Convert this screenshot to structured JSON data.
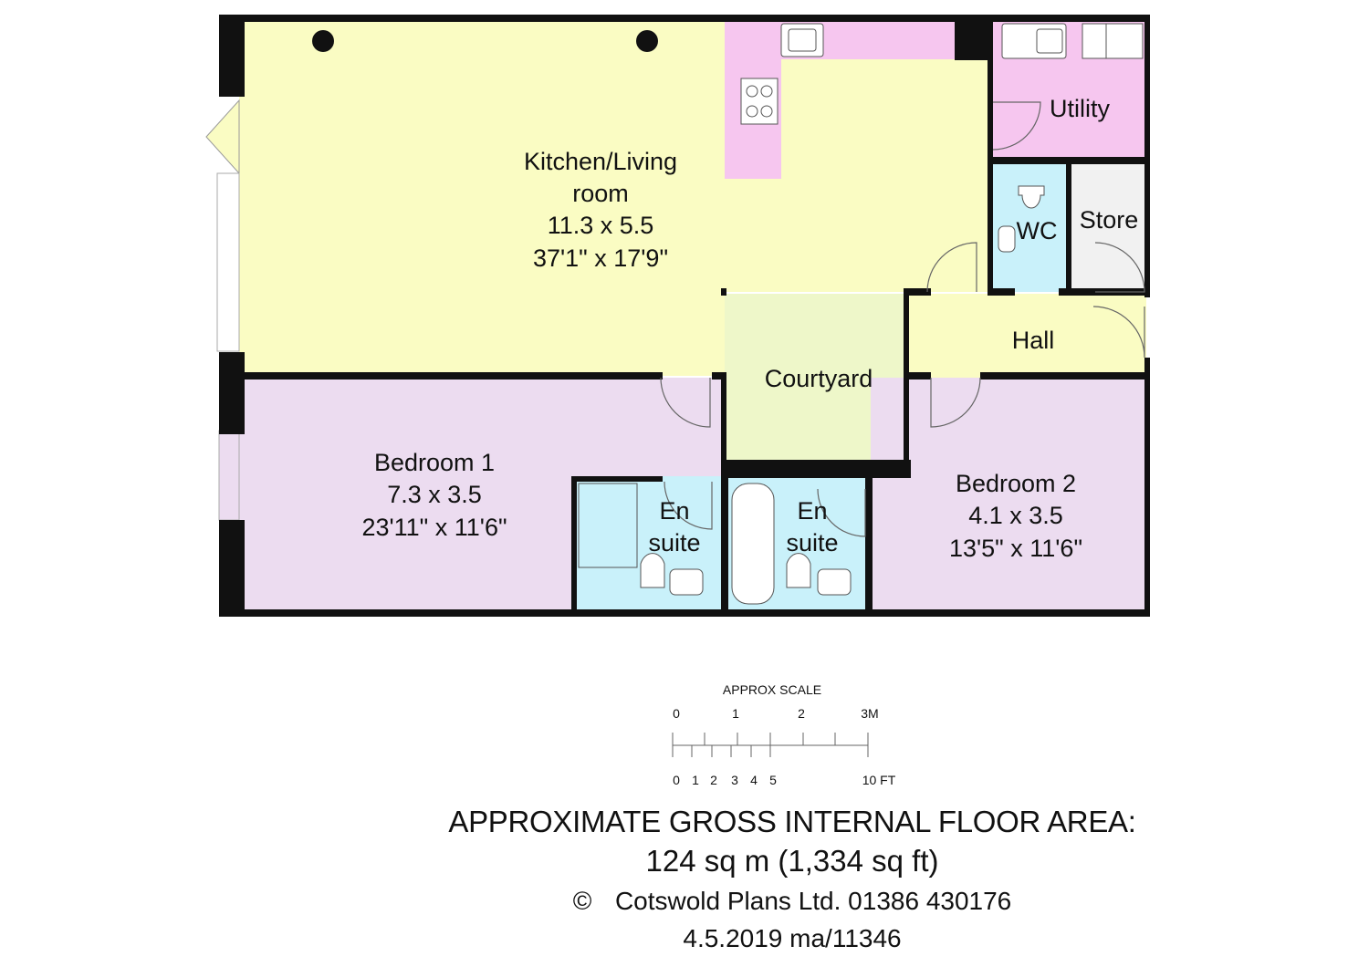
{
  "colors": {
    "living": "#fafcc3",
    "kitchen": "#f6c6ef",
    "bedroom": "#ecdcf0",
    "bathroom": "#c9f1fa",
    "courtyard": "#eef7c9",
    "store": "#f1f1f1",
    "wall": "#111111"
  },
  "rooms": {
    "kitchen_living": {
      "name_line1": "Kitchen/Living",
      "name_line2": "room",
      "metric": "11.3 x 5.5",
      "imperial": "37'1\" x 17'9\""
    },
    "utility": {
      "name": "Utility"
    },
    "wc": {
      "name": "WC"
    },
    "store": {
      "name": "Store"
    },
    "hall": {
      "name": "Hall"
    },
    "courtyard": {
      "name": "Courtyard"
    },
    "bedroom1": {
      "name": "Bedroom 1",
      "metric": "7.3 x 3.5",
      "imperial": "23'11\" x 11'6\""
    },
    "bedroom2": {
      "name": "Bedroom 2",
      "metric": "4.1 x 3.5",
      "imperial": "13'5\" x 11'6\""
    },
    "ensuite1": {
      "line1": "En",
      "line2": "suite"
    },
    "ensuite2": {
      "line1": "En",
      "line2": "suite"
    }
  },
  "scale": {
    "title": "APPROX SCALE",
    "metric_ticks": [
      "0",
      "1",
      "2",
      "3M"
    ],
    "feet_ticks": [
      "0",
      "1",
      "2",
      "3",
      "4",
      "5",
      "10 FT"
    ]
  },
  "footer": {
    "area_title": "APPROXIMATE GROSS INTERNAL FLOOR AREA:",
    "area_value": "124 sq m (1,334 sq ft)",
    "copyright_symbol": "©",
    "credit": "Cotswold Plans Ltd. 01386 430176",
    "reference": "4.5.2019 ma/11346"
  }
}
